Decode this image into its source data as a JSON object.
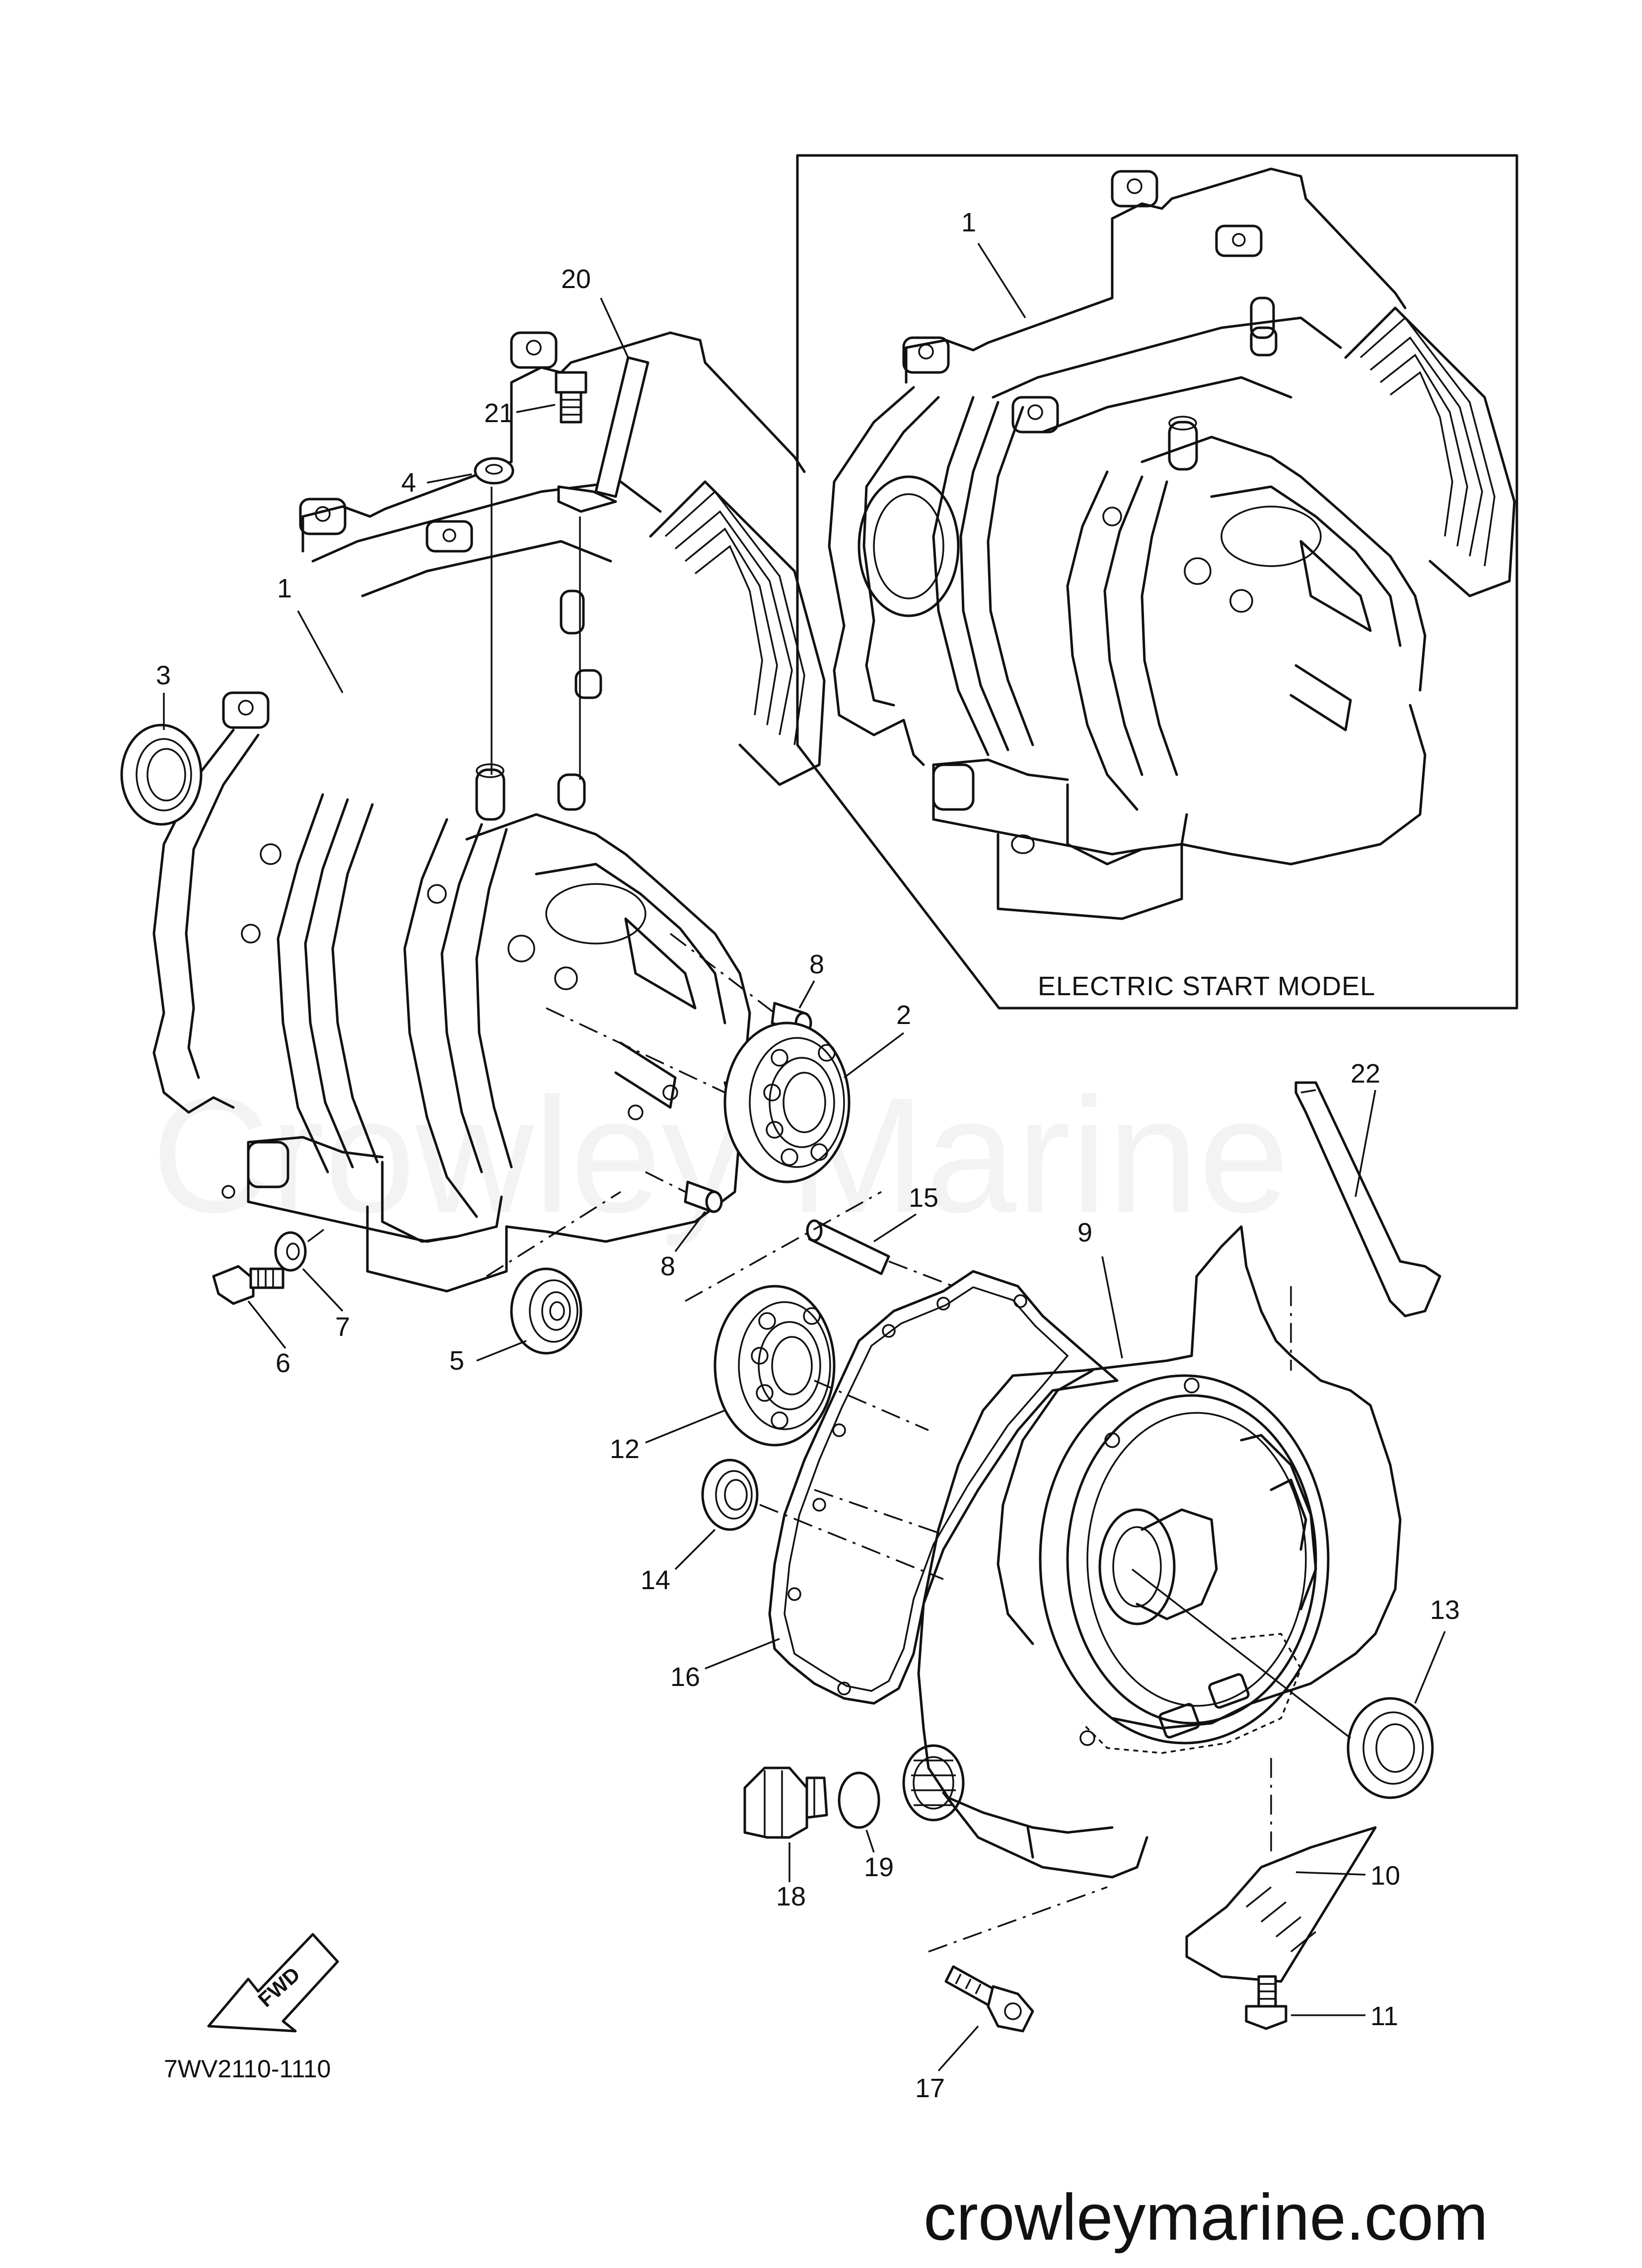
{
  "labels": {
    "p1_main": "1",
    "p1_inset": "1",
    "p2": "2",
    "p3": "3",
    "p4": "4",
    "p5": "5",
    "p6": "6",
    "p7": "7",
    "p8_upper": "8",
    "p8_lower": "8",
    "p9": "9",
    "p10": "10",
    "p11": "11",
    "p12": "12",
    "p13": "13",
    "p14": "14",
    "p15": "15",
    "p16": "16",
    "p17": "17",
    "p18": "18",
    "p19": "19",
    "p20": "20",
    "p21": "21",
    "p22": "22"
  },
  "inset": {
    "label": "ELECTRIC START MODEL"
  },
  "direction_arrow": {
    "label": "FWD"
  },
  "diagram_code": "7WV2110-1110",
  "watermark": "Crowley Marine",
  "site": "crowleymarine.com",
  "icons": {
    "direction": "fwd-arrow-icon",
    "stroke_color": "#111111",
    "background": "#ffffff"
  }
}
